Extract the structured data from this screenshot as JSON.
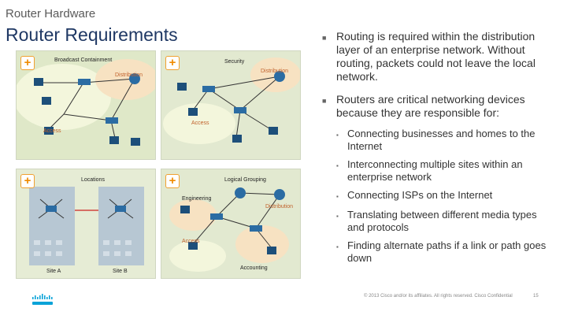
{
  "header": {
    "section": "Router Hardware",
    "title": "Router Requirements"
  },
  "main_bullets": [
    "Routing is required within the distribution layer of an enterprise network.  Without routing, packets could not leave the local network.",
    "Routers are critical networking devices because they are responsible for:"
  ],
  "sub_bullets": [
    "Connecting businesses and homes to the Internet",
    "Interconnecting multiple sites within an enterprise network",
    "Connecting ISPs on the Internet",
    "Translating between different media types and protocols",
    "Finding alternate paths if a link or path goes down"
  ],
  "panels": {
    "broadcast": {
      "title": "Broadcast Containment",
      "distribution": "Distribution",
      "access": "Access"
    },
    "security": {
      "title": "Security",
      "distribution": "Distribution",
      "access": "Access"
    },
    "locations": {
      "title": "Locations",
      "site_a": "Site A",
      "site_b": "Site B"
    },
    "logical": {
      "title": "Logical Grouping",
      "engineering": "Engineering",
      "distribution": "Distribution",
      "access": "Access",
      "accounting": "Accounting"
    }
  },
  "footer": {
    "copyright": "© 2013 Cisco and/or its affiliates. All rights reserved.    Cisco Confidential",
    "page": "15"
  },
  "icons": [
    "plus-icon",
    "router-icon",
    "switch-icon",
    "pc-icon",
    "cisco-logo-icon"
  ]
}
